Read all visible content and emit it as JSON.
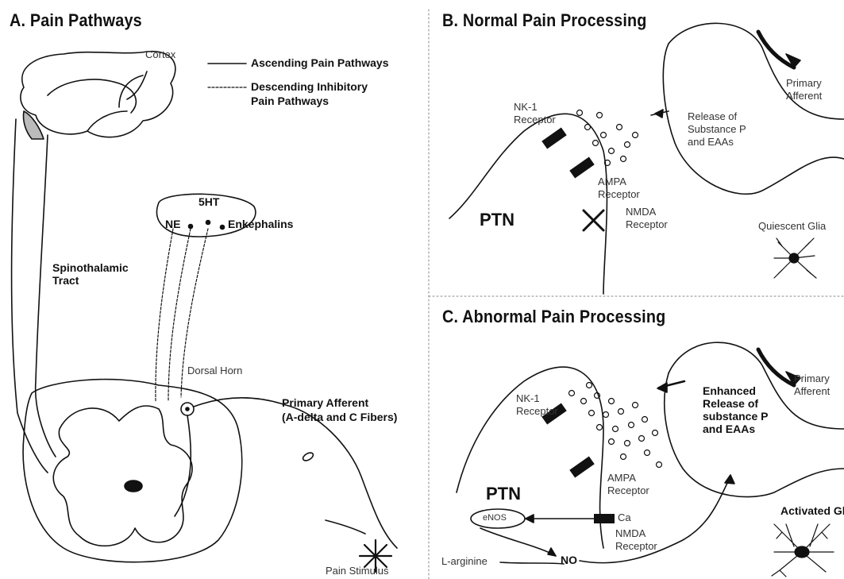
{
  "panels": {
    "a": {
      "title": "A. Pain Pathways",
      "cortex": "Cortex",
      "legend_ascending": "Ascending Pain Pathways",
      "legend_descending_1": "Descending Inhibitory",
      "legend_descending_2": "Pain Pathways",
      "fiveht": "5HT",
      "ne": "NE",
      "enkephalins": "Enkephalins",
      "spino_1": "Spinothalamic",
      "spino_2": "Tract",
      "dorsal_horn": "Dorsal Horn",
      "primary_afferent_1": "Primary Afferent",
      "primary_afferent_2": "(A-delta and C Fibers)",
      "pain_stimulus": "Pain Stimulus"
    },
    "b": {
      "title": "B. Normal Pain Processing",
      "primary_1": "Primary",
      "primary_2": "Afferent",
      "release_1": "Release of",
      "release_2": "Substance P",
      "release_3": "and EAAs",
      "nk1_1": "NK-1",
      "nk1_2": "Receptor",
      "ampa_1": "AMPA",
      "ampa_2": "Receptor",
      "nmda_1": "NMDA",
      "nmda_2": "Receptor",
      "ptn": "PTN",
      "glia": "Quiescent Glia"
    },
    "c": {
      "title": "C. Abnormal Pain Processing",
      "primary_1": "Primary",
      "primary_2": "Afferent",
      "enhanced_1": "Enhanced",
      "enhanced_2": "Release of",
      "enhanced_3": "substance P",
      "enhanced_4": "and EAAs",
      "nk1_1": "NK-1",
      "nk1_2": "Receptor",
      "ampa_1": "AMPA",
      "ampa_2": "Receptor",
      "nmda_1": "NMDA",
      "nmda_2": "Receptor",
      "ca": "Ca",
      "enos": "eNOS",
      "no": "NO",
      "larginine": "L-arginine",
      "ptn": "PTN",
      "glia": "Activated Glia"
    }
  }
}
